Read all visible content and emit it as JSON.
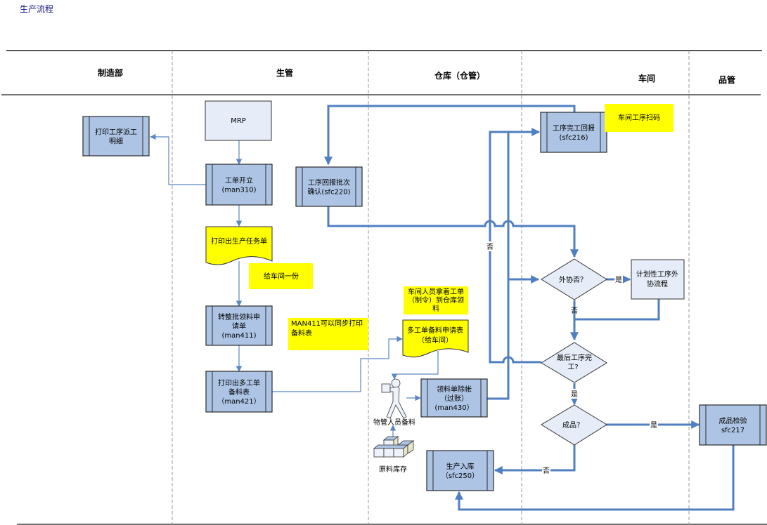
{
  "page_title": "生产流程",
  "colors": {
    "process_fill": "#adc4e4",
    "process_stroke": "#2b2b2b",
    "start_fill": "#e6edf8",
    "decision_fill": "#e6edf8",
    "note_fill": "#ffff00",
    "connector_thick": "#4f7fc1",
    "connector_thin": "#5a86c3",
    "lane_divider": "#999999",
    "header_line": "#444444"
  },
  "lanes": [
    {
      "id": "zhizaobu",
      "label": "制造部"
    },
    {
      "id": "shengguan",
      "label": "生管"
    },
    {
      "id": "cangku",
      "label": "仓库（仓管）"
    },
    {
      "id": "chejian",
      "label": "车间"
    },
    {
      "id": "pinguan",
      "label": "品管"
    }
  ],
  "nodes": {
    "mrp": {
      "type": "start",
      "lines": [
        "MRP"
      ]
    },
    "print_dispatch": {
      "type": "process",
      "lines": [
        "打印工序派工",
        "明细"
      ]
    },
    "wo_create": {
      "type": "process",
      "lines": [
        "工单开立",
        "(man310)"
      ]
    },
    "print_task": {
      "type": "document",
      "lines": [
        "打印出生产任务单"
      ]
    },
    "transfer_req": {
      "type": "process",
      "lines": [
        "转整批领料申",
        "请单",
        "(man411)"
      ]
    },
    "print_multi": {
      "type": "process",
      "lines": [
        "打印出多工单",
        "备料表",
        "（man421）"
      ]
    },
    "confirm_batch": {
      "type": "process",
      "lines": [
        "工序回报批次",
        "确认(sfc220)"
      ]
    },
    "multi_req_doc": {
      "type": "document",
      "lines": [
        "多工单备料申请表",
        "（给车间）"
      ]
    },
    "writeoff": {
      "type": "process",
      "lines": [
        "领料单除帐",
        "（过账）",
        "(man430）"
      ]
    },
    "warehouse_in": {
      "type": "process",
      "lines": [
        "生产入库",
        "（sfc250）"
      ]
    },
    "op_complete": {
      "type": "process",
      "lines": [
        "工序完工回报",
        "(sfc216)"
      ]
    },
    "outsourcing_q": {
      "type": "decision",
      "lines": [
        "外协否？"
      ]
    },
    "outsourcing_flow": {
      "type": "start",
      "lines": [
        "计划性工序外",
        "协流程"
      ]
    },
    "last_op_q": {
      "type": "decision",
      "lines": [
        "最后工序完",
        "工?"
      ]
    },
    "finished_q": {
      "type": "decision",
      "lines": [
        "成品？"
      ]
    },
    "qc": {
      "type": "process",
      "lines": [
        "成品检验",
        "sfc217"
      ]
    },
    "staff": {
      "type": "actor",
      "label": "物管人员备料"
    },
    "stock": {
      "type": "inventory",
      "label": "原料库存"
    }
  },
  "notes": {
    "give_workshop": {
      "lines": [
        "给车间一份"
      ]
    },
    "man411_note": {
      "lines": [
        "MAN411可以同步打印",
        "备料表"
      ]
    },
    "workshop_staff": {
      "lines": [
        "车间人员拿着工单",
        "（制令）到仓库领",
        "料"
      ]
    },
    "scan_code": {
      "lines": [
        "车间工序扫码"
      ]
    }
  },
  "edge_labels": {
    "no_left": "否",
    "yes_outsourcing": "是",
    "no_outsourcing": "否",
    "yes_last": "是",
    "yes_finished": "是",
    "no_finished": "否"
  }
}
